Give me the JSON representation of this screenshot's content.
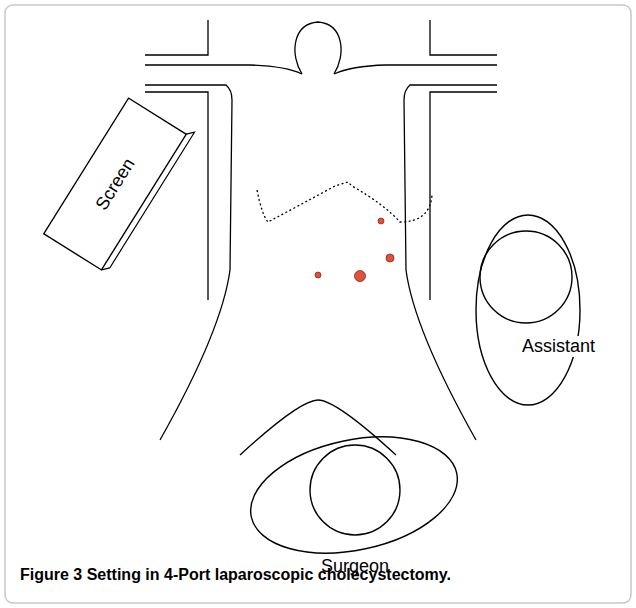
{
  "diagram": {
    "caption": "Figure 3 Setting in 4-Port laparoscopic cholecystectomy.",
    "nodes": [
      {
        "text": [
          "Screen"
        ]
      },
      {
        "text": [
          "Assistant"
        ]
      },
      {
        "text": [
          "Surgeon"
        ]
      }
    ]
  }
}
